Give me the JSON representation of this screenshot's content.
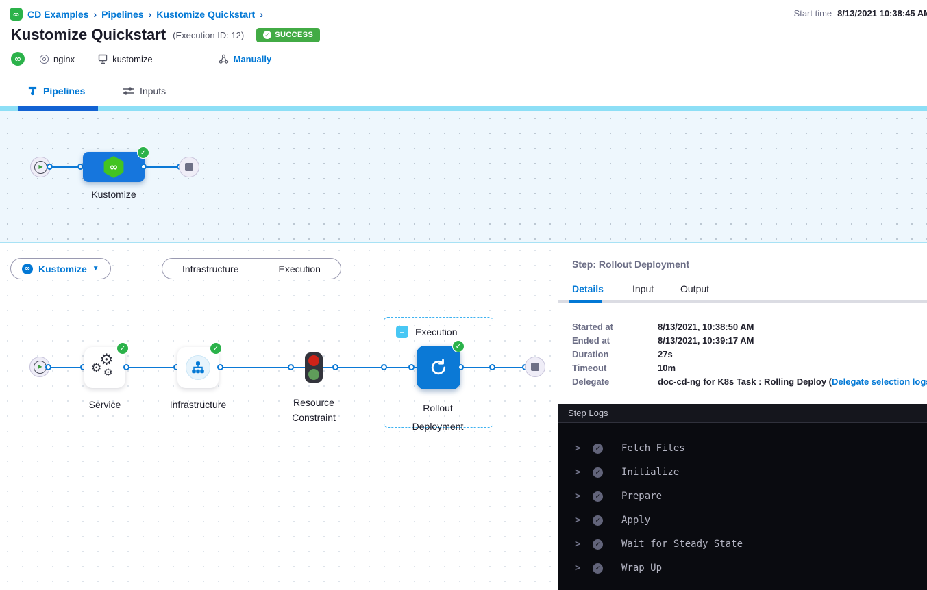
{
  "breadcrumb": {
    "items": [
      "CD Examples",
      "Pipelines",
      "Kustomize Quickstart"
    ],
    "separator": "›"
  },
  "header": {
    "title": "Kustomize Quickstart",
    "execution_id": "(Execution ID: 12)",
    "status_badge": "SUCCESS",
    "start_time_label": "Start time",
    "start_time_value": "8/13/2021 10:38:45 AM",
    "tags": {
      "service": "nginx",
      "environment": "kustomize",
      "trigger": "Manually"
    }
  },
  "tabs": [
    {
      "label": "Pipelines",
      "active": true
    },
    {
      "label": "Inputs",
      "active": false
    }
  ],
  "top_graph": {
    "stage_label": "Kustomize"
  },
  "canvas": {
    "stage_selector_label": "Kustomize",
    "view_toggle": [
      "Infrastructure",
      "Execution"
    ],
    "group_label": "Execution",
    "nodes": [
      "Service",
      "Infrastructure",
      "Resource Constraint",
      "Rollout Deployment"
    ]
  },
  "panel": {
    "title": "Step: Rollout Deployment",
    "tabs": [
      "Details",
      "Input",
      "Output"
    ],
    "rows": [
      {
        "label": "Started at",
        "value": "8/13/2021, 10:38:50 AM"
      },
      {
        "label": "Ended at",
        "value": "8/13/2021, 10:39:17 AM"
      },
      {
        "label": "Duration",
        "value": "27s"
      },
      {
        "label": "Timeout",
        "value": "10m"
      },
      {
        "label": "Delegate",
        "value_prefix": "doc-cd-ng for K8s Task : Rolling Deploy (",
        "link": "Delegate selection logs",
        "value_suffix": ")"
      }
    ]
  },
  "step_logs": {
    "title": "Step Logs",
    "entries": [
      "Fetch Files",
      "Initialize",
      "Prepare",
      "Apply",
      "Wait for Steady State",
      "Wrap Up"
    ]
  },
  "colors": {
    "accent_blue": "#0278d5",
    "success_green": "#42ab45",
    "node_blue": "#1676dd",
    "tab_band": "#8ddff6",
    "tab_band_active": "#1262d3",
    "log_background": "#0a0b10"
  }
}
